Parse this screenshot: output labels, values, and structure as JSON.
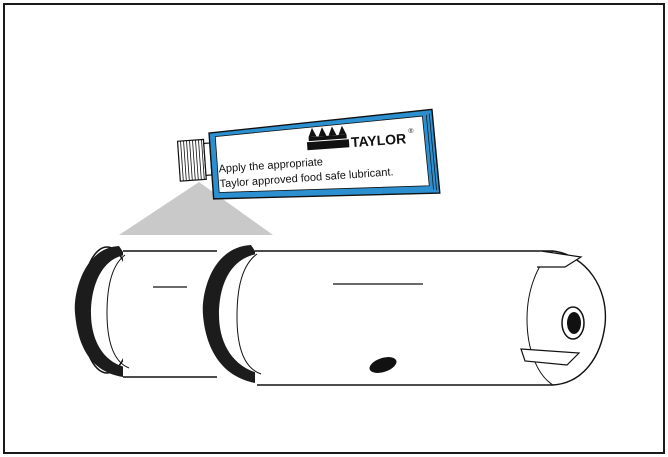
{
  "lubricant_tube": {
    "brand": "TAYLOR",
    "registered_mark": "®",
    "label_line1": "Apply the appropriate",
    "label_line2": "Taylor approved food safe lubricant.",
    "accent_color": "#2b8fd0",
    "logo_icon": "crown-logo-icon",
    "cap_icon": "ribbed-cap-icon"
  },
  "part": {
    "name_icon": "cylindrical-valve-body-icon",
    "o_rings": [
      "o-ring-left",
      "o-ring-right"
    ]
  }
}
